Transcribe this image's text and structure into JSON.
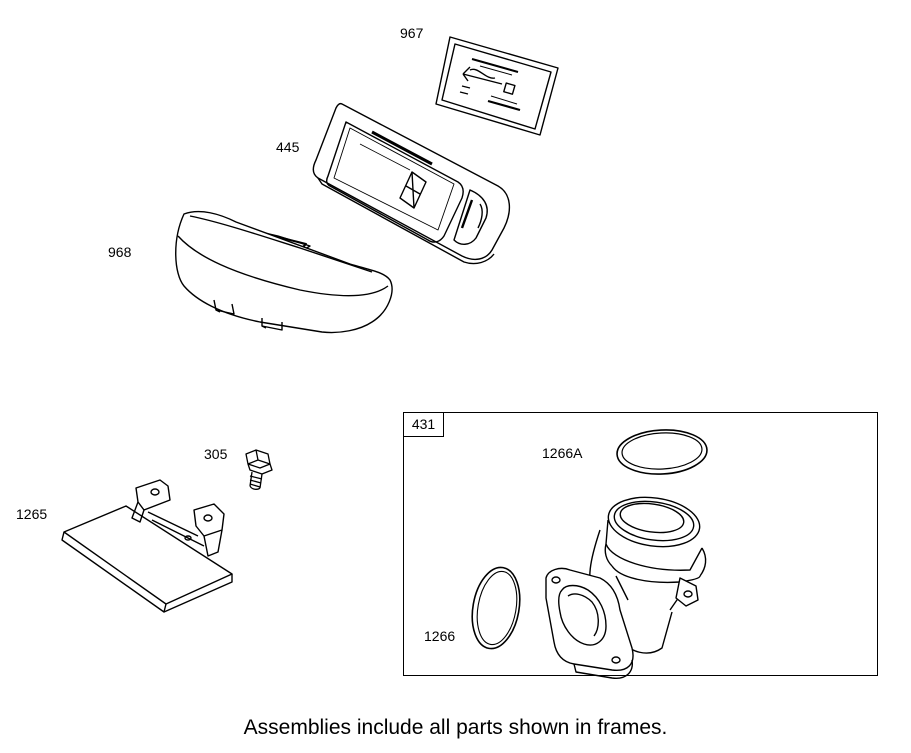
{
  "parts": {
    "p967": "967",
    "p445": "445",
    "p968": "968",
    "p305": "305",
    "p1265": "1265",
    "p1266A": "1266A",
    "p1266": "1266"
  },
  "frame": {
    "tag": "431"
  },
  "caption": "Assemblies include all parts shown in frames.",
  "colors": {
    "line": "#000000",
    "background": "#ffffff"
  }
}
